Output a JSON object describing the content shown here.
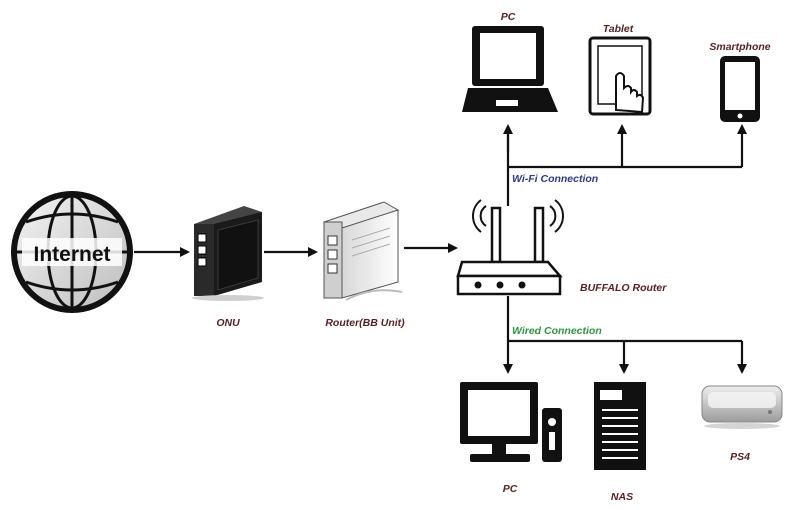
{
  "internet": {
    "label": "Internet"
  },
  "onu": {
    "label": "ONU"
  },
  "bb_router": {
    "label": "Router(BB Unit)"
  },
  "buffalo_router": {
    "label": "BUFFALO Router"
  },
  "wifi": {
    "label": "Wi-Fi Connection",
    "color": "#2a3a8a",
    "devices": [
      {
        "label": "PC",
        "icon": "laptop-icon"
      },
      {
        "label": "Tablet",
        "icon": "tablet-icon"
      },
      {
        "label": "Smartphone",
        "icon": "smartphone-icon"
      }
    ]
  },
  "wired": {
    "label": "Wired Connection",
    "color": "#2e9a3c",
    "devices": [
      {
        "label": "PC",
        "icon": "desktop-pc-icon"
      },
      {
        "label": "NAS",
        "icon": "nas-icon"
      },
      {
        "label": "PS4",
        "icon": "ps4-icon"
      }
    ]
  },
  "colors": {
    "device_label": "#5a1f1f",
    "line": "#111111"
  }
}
